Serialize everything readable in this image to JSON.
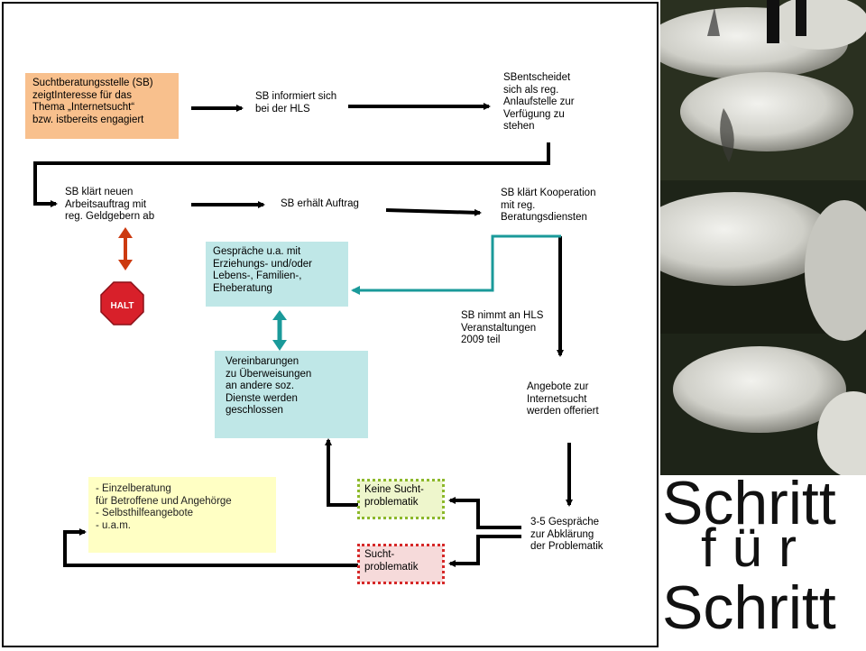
{
  "flow": {
    "start": "Suchtberatungsstelle (SB)\nzeigtInteresse für das\nThema „Internetsucht“\nbzw. istbereits engagiert",
    "informs": "SB informiert sich\nbei der HLS",
    "decides": "SBentscheidet\nsich als reg.\nAnlaufstelle zur\nVerfügung zu\nstehen",
    "clarifies_new": "SB klärt neuen\nArbeitsauftrag mit\nreg. Geldgebern ab",
    "receives": "SB erhält Auftrag",
    "cooperation": "SB klärt Kooperation\nmit reg.\nBeratungsdiensten",
    "talks": "Gespräche u.a. mit\nErziehungs- und/oder\nLebens-, Familien-,\nEheberatung",
    "agreements": "Vereinbarungen\nzu Überweisungen\nan andere soz.\nDienste werden\ngeschlossen",
    "events": "SB nimmt an HLS\nVeranstaltungen\n2009 teil",
    "offers": "Angebote zur\nInternetsucht\nwerden offeriert",
    "consultations": "3-5 Gespräche\nzur Abklärung\nder Problematik",
    "no_addiction": "Keine Sucht-\nproblematik",
    "addiction": "Sucht-\nproblematik",
    "services": "- Einzelberatung\n  für Betroffene und Angehörge\n- Selbsthilfeangebote\n- u.a.m.",
    "stop_sign": "HALT"
  },
  "slogan": {
    "line1": "Schritt",
    "line2": "für",
    "line3": "Schritt"
  },
  "colors": {
    "orange": "#f8c08d",
    "teal": "#bfe7e7",
    "teal_arrow": "#1a9a9a",
    "red_arrow": "#cc3a10",
    "stop_red": "#d8202a",
    "yellow": "#ffffc4"
  }
}
